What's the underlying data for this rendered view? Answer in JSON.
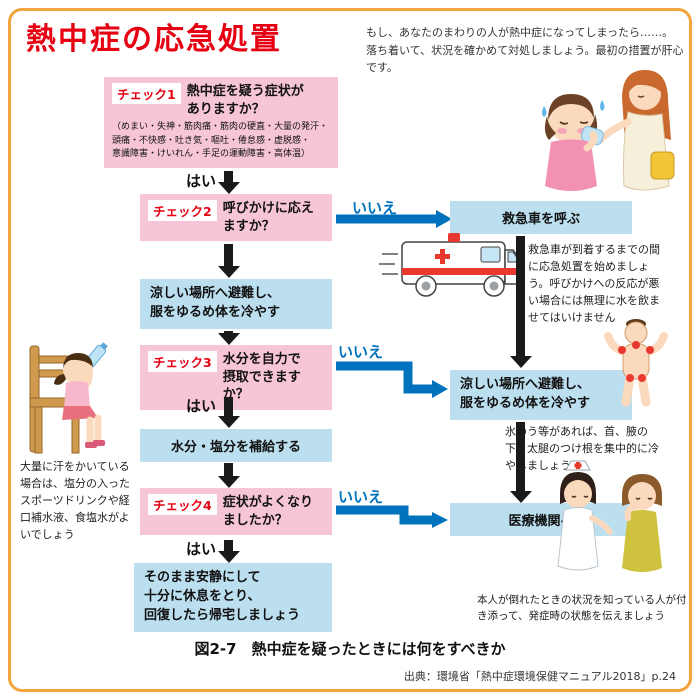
{
  "colors": {
    "frame_orange": "#F2A53C",
    "title_red": "#E60012",
    "check_red": "#E60012",
    "pink_box": "#F7C5D8",
    "blue_box": "#BCDFF0",
    "black_arrow": "#1A1A1A",
    "blue_arrow": "#0071BC"
  },
  "header": {
    "title": "熱中症の応急処置",
    "intro": "もし、あなたのまわりの人が熱中症になってしまったら……。\n落ち着いて、状況を確かめて対処しましょう。最初の措置が肝心です。"
  },
  "flow": {
    "check1": {
      "label": "チェック1",
      "question": "熱中症を疑う症状が\nありますか？",
      "detail": "（めまい・失神・筋肉痛・筋肉の硬直・大量の発汗・\n頭痛・不快感・吐き気・嘔吐・倦怠感・虚脱感・\n意識障害・けいれん・手足の運動障害・高体温）"
    },
    "check2": {
      "label": "チェック2",
      "question": "呼びかけに応え\nますか？"
    },
    "check3": {
      "label": "チェック3",
      "question": "水分を自力で\n摂取できますか？"
    },
    "check4": {
      "label": "チェック4",
      "question": "症状がよくなり\nましたか？"
    },
    "yes": "はい",
    "no": "いいえ",
    "ambulance": "救急車を呼ぶ",
    "cool": "涼しい場所へ避難し、\n服をゆるめ体を冷やす",
    "hydrate": "水分・塩分を補給する",
    "medical": "医療機関へ",
    "rest": "そのまま安静にして\n十分に休息をとり、\n回復したら帰宅しましょう"
  },
  "notes": {
    "ambulance_note": "救急車が到着するまでの間に応急処置を始めましょう。呼びかけへの反応が悪い場合には無理に水を飲ませてはいけません",
    "ice_note": "氷のう等があれば、首、腋の下、太腿のつけ根を集中的に冷やしましょう",
    "sweat_note": "大量に汗をかいている場合は、塩分の入ったスポーツドリンクや経口補水液、食塩水がよいでしょう",
    "witness_note": "本人が倒れたときの状況を知っている人が付き添って、発症時の状態を伝えましょう"
  },
  "footer": {
    "caption": "図2-7　熱中症を疑ったときには何をすべきか",
    "source": "出典：環境省「熱中症環境保健マニュアル2018」p.24"
  }
}
